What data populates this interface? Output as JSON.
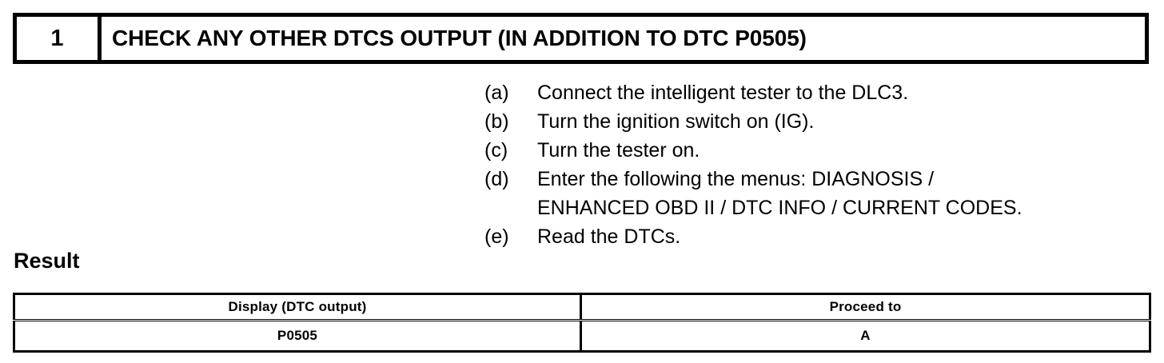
{
  "step": {
    "number": "1",
    "title": "CHECK ANY OTHER DTCS OUTPUT (IN ADDITION TO DTC P0505)"
  },
  "procedure": {
    "items": [
      {
        "marker": "(a)",
        "text": "Connect the intelligent tester to the DLC3.",
        "continuation": ""
      },
      {
        "marker": "(b)",
        "text": "Turn the ignition switch on (IG).",
        "continuation": ""
      },
      {
        "marker": "(c)",
        "text": "Turn the tester on.",
        "continuation": ""
      },
      {
        "marker": "(d)",
        "text": "Enter the following the menus: DIAGNOSIS /",
        "continuation": "ENHANCED OBD II / DTC INFO / CURRENT CODES."
      },
      {
        "marker": "(e)",
        "text": "Read the DTCs.",
        "continuation": ""
      }
    ]
  },
  "result": {
    "label": "Result",
    "table": {
      "headers": [
        "Display (DTC output)",
        "Proceed to"
      ],
      "rows": [
        [
          "P0505",
          "A"
        ]
      ]
    }
  },
  "colors": {
    "ink": "#000000",
    "paper": "#ffffff"
  }
}
